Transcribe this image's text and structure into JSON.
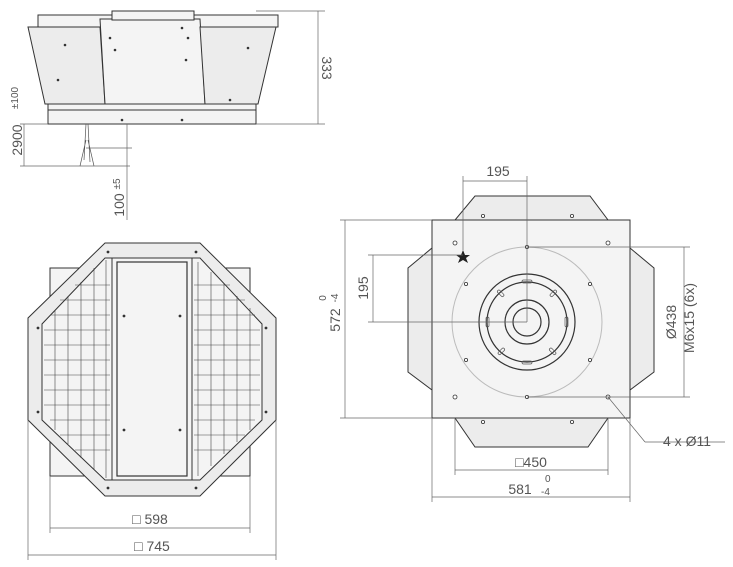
{
  "drawing": {
    "side_view": {
      "height": "333",
      "cable_length": "2900",
      "cable_length_tol": "±100",
      "cable_offset": "100",
      "cable_offset_tol": "±5"
    },
    "bottom_view": {
      "inner_square": "□ 598",
      "outer_square": "□ 745"
    },
    "plan_view": {
      "motor_offset_x": "195",
      "motor_offset_y": "195",
      "base_height": "572",
      "base_height_tol_upper": "0",
      "base_height_tol_lower": "-4",
      "bolt_circle": "Ø438",
      "thread": "M6x15 (6x)",
      "mounting_holes": "4 x Ø11",
      "inner_square": "□450",
      "base_width": "581",
      "base_width_tol_upper": "0",
      "base_width_tol_lower": "-4"
    }
  },
  "colors": {
    "line": "#333333",
    "dimension_text": "#555555",
    "panel_fill": "#ececec"
  }
}
